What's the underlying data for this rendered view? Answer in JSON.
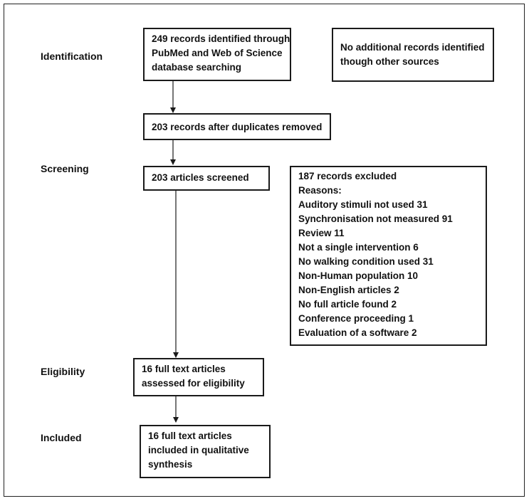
{
  "stages": {
    "identification": "Identification",
    "screening": "Screening",
    "eligibility": "Eligibility",
    "included": "Included"
  },
  "boxes": {
    "identified": {
      "lines": [
        "249 records identified through",
        "PubMed and Web of Science",
        "database searching"
      ]
    },
    "additional": {
      "lines": [
        "No additional records identified",
        "though other sources"
      ]
    },
    "duplicates_removed": {
      "lines": [
        "203 records after duplicates removed"
      ]
    },
    "screened": {
      "lines": [
        "203 articles screened"
      ]
    },
    "excluded": {
      "lines": [
        "187 records excluded",
        "Reasons:",
        "Auditory stimuli not used 31",
        "Synchronisation not measured 91",
        "Review 11",
        "Not a single intervention 6",
        "No walking condition used 31",
        "Non-Human population 10",
        "Non-English articles 2",
        "No full article found 2",
        "Conference proceeding 1",
        "Evaluation of a software 2"
      ]
    },
    "eligibility": {
      "lines": [
        "16 full text articles",
        "assessed for eligibility"
      ]
    },
    "included": {
      "lines": [
        "16 full text articles",
        "included in qualitative",
        "synthesis"
      ]
    }
  }
}
